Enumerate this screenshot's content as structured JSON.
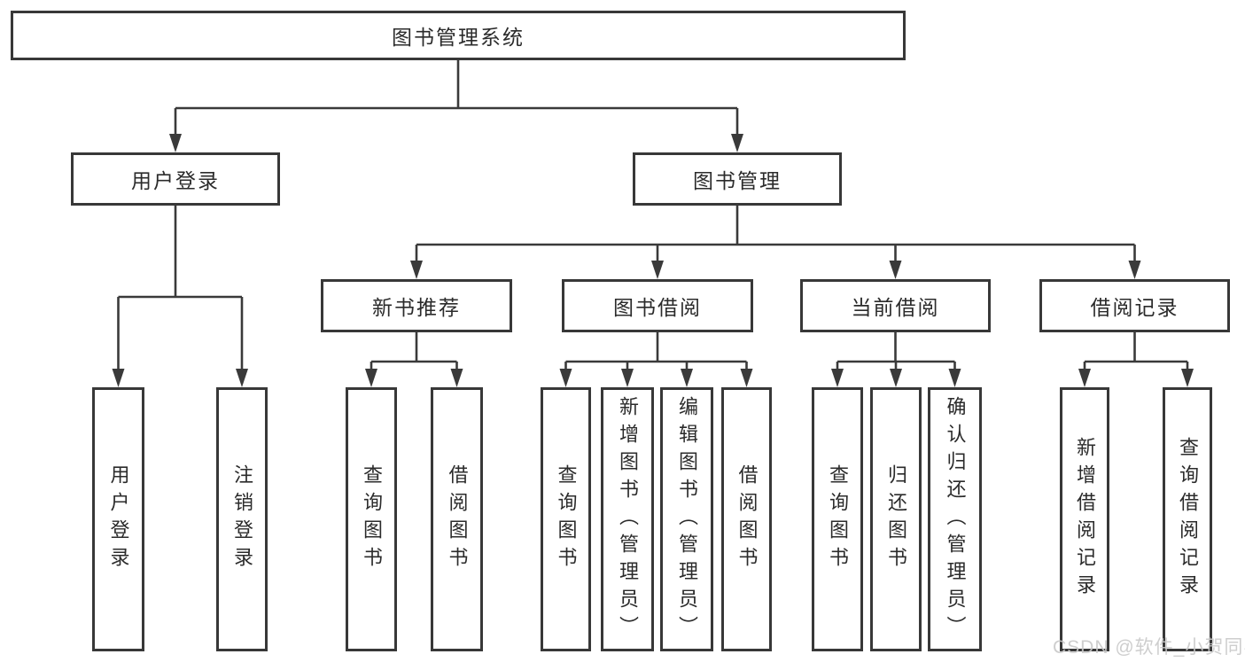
{
  "tree": {
    "label": "图书管理系统",
    "children": [
      {
        "label": "用户登录",
        "children": [
          {
            "label": "用户登录"
          },
          {
            "label": "注销登录"
          }
        ]
      },
      {
        "label": "图书管理",
        "children": [
          {
            "label": "新书推荐",
            "children": [
              {
                "label": "查询图书"
              },
              {
                "label": "借阅图书"
              }
            ]
          },
          {
            "label": "图书借阅",
            "children": [
              {
                "label": "查询图书"
              },
              {
                "label": "新增图书（管理员）"
              },
              {
                "label": "编辑图书（管理员）"
              },
              {
                "label": "借阅图书"
              }
            ]
          },
          {
            "label": "当前借阅",
            "children": [
              {
                "label": "查询图书"
              },
              {
                "label": "归还图书"
              },
              {
                "label": "确认归还（管理员）"
              }
            ]
          },
          {
            "label": "借阅记录",
            "children": [
              {
                "label": "新增借阅记录"
              },
              {
                "label": "查询借阅记录"
              }
            ]
          }
        ]
      }
    ]
  },
  "watermark": {
    "text": "CSDN @软件_小贺同学"
  },
  "colors": {
    "background": "#ffffff",
    "line": "#3a3a3a",
    "box_border": "#383838",
    "box_fill": "#ffffff",
    "text": "#2b2b2b",
    "watermark": "#c9c9c9"
  }
}
